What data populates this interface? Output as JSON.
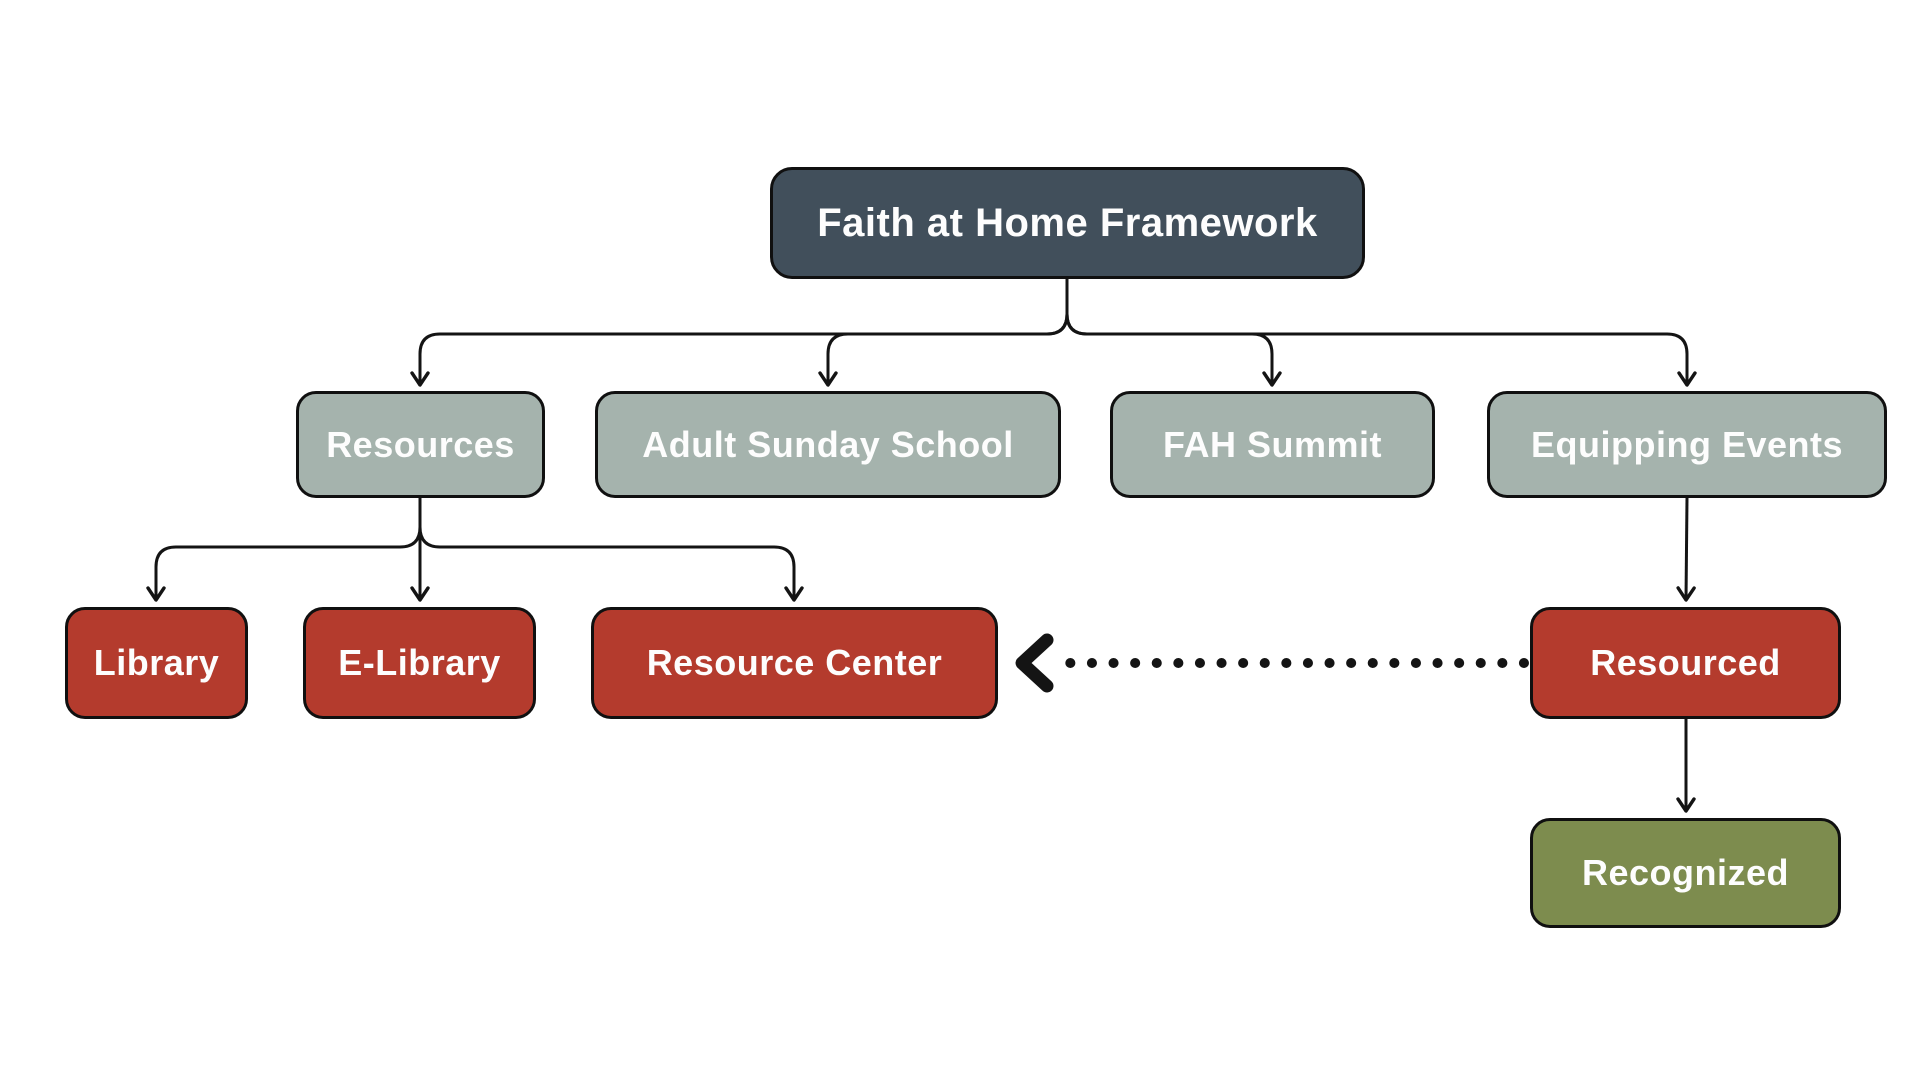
{
  "diagram": {
    "background": "#ffffff",
    "line_color": "#141414",
    "text_color": "#fdfdfd",
    "nodes": {
      "framework": {
        "label": "Faith at Home Framework",
        "fill": "#414F5B"
      },
      "resources": {
        "label": "Resources",
        "fill": "#A5B3AD"
      },
      "adult_sunday_school": {
        "label": "Adult Sunday School",
        "fill": "#A5B3AD"
      },
      "fah_summit": {
        "label": "FAH Summit",
        "fill": "#A5B3AD"
      },
      "equipping_events": {
        "label": "Equipping Events",
        "fill": "#A5B3AD"
      },
      "library": {
        "label": "Library",
        "fill": "#B43B2D"
      },
      "e_library": {
        "label": "E-Library",
        "fill": "#B43B2D"
      },
      "resource_center": {
        "label": "Resource Center",
        "fill": "#B43B2D"
      },
      "resourced": {
        "label": "Resourced",
        "fill": "#B43B2D"
      },
      "recognized": {
        "label": "Recognized",
        "fill": "#7D8C4E"
      }
    },
    "edges": [
      {
        "from": "framework",
        "to": "resources",
        "style": "solid-arrow"
      },
      {
        "from": "framework",
        "to": "adult_sunday_school",
        "style": "solid-arrow"
      },
      {
        "from": "framework",
        "to": "fah_summit",
        "style": "solid-arrow"
      },
      {
        "from": "framework",
        "to": "equipping_events",
        "style": "solid-arrow"
      },
      {
        "from": "resources",
        "to": "library",
        "style": "solid-arrow"
      },
      {
        "from": "resources",
        "to": "e_library",
        "style": "solid-arrow"
      },
      {
        "from": "resources",
        "to": "resource_center",
        "style": "solid-arrow"
      },
      {
        "from": "equipping_events",
        "to": "resourced",
        "style": "solid-arrow"
      },
      {
        "from": "resourced",
        "to": "recognized",
        "style": "solid-arrow"
      },
      {
        "from": "resourced",
        "to": "resource_center",
        "style": "dotted-arrow"
      }
    ]
  }
}
